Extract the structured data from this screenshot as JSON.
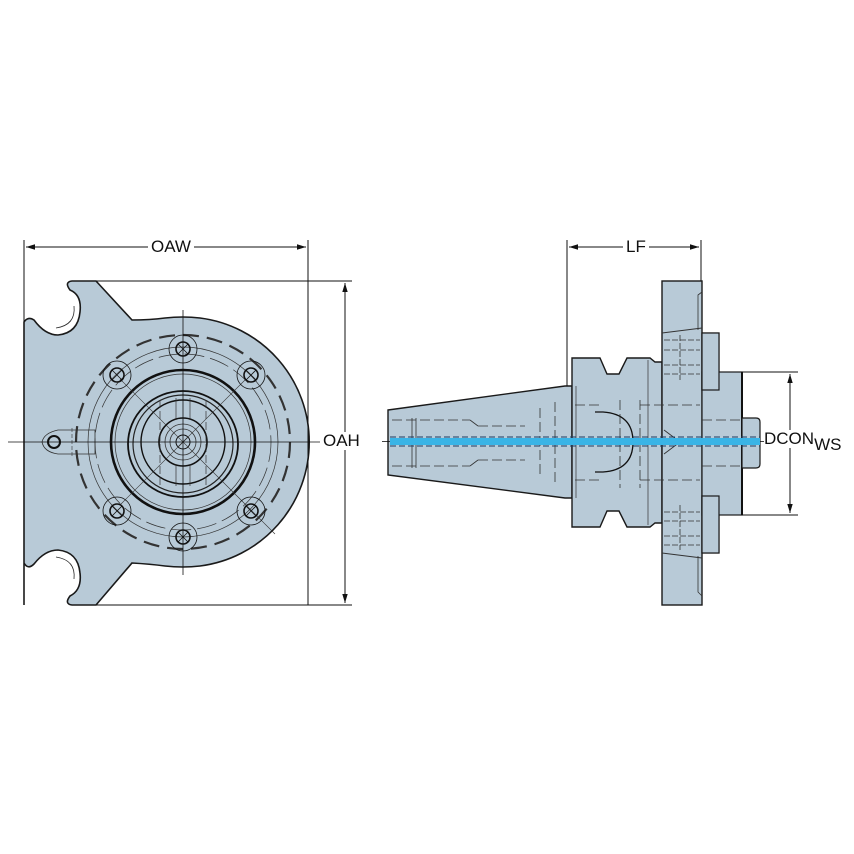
{
  "drawing": {
    "title": "Tool holder adapter technical drawing",
    "views": [
      {
        "name": "front-view",
        "description": "Face view of flange with 6 bolt holes"
      },
      {
        "name": "side-view",
        "description": "Side view of taper shank adapter with coolant channel"
      }
    ],
    "colors": {
      "part_fill": "#b8cad7",
      "outline": "#1a1a1a",
      "coolant": "#3ab4e6",
      "background": "#ffffff"
    }
  },
  "dimensions": {
    "oaw": {
      "label": "OAW"
    },
    "oah": {
      "label": "OAH"
    },
    "lf": {
      "label": "LF"
    },
    "dcon": {
      "label": "DCON",
      "subscript": "WS"
    }
  }
}
